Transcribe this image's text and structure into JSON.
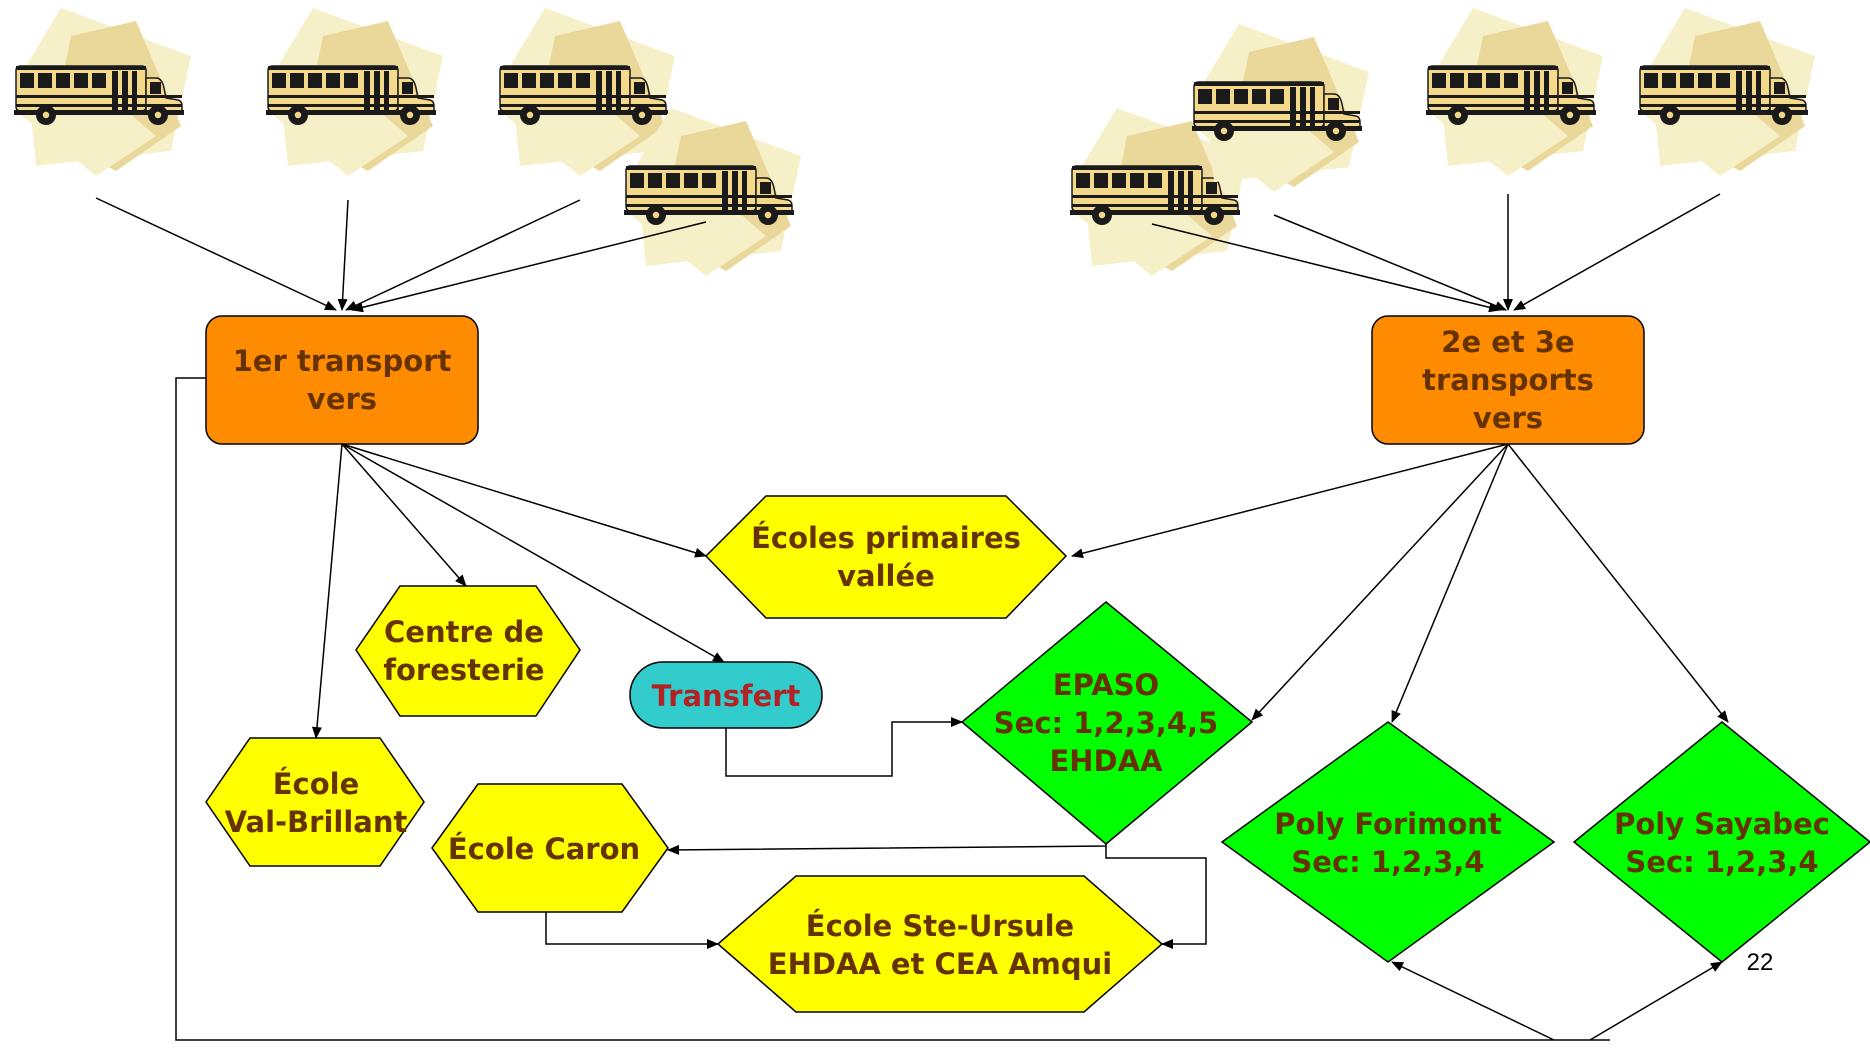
{
  "colors": {
    "orange": "#ff8c00",
    "yellow": "#ffff00",
    "green": "#00ff00",
    "teal": "#33cccc",
    "dark_text": "#663300",
    "node_text": "#660033",
    "transfer_text": "#b22222",
    "line": "#000000",
    "bus_body": "#f5d98b",
    "bus_dark": "#1a1a1a",
    "bus_backdrop": "#f6f0c8",
    "bus_backdrop_dark": "#e9d89a"
  },
  "buses_left_count": 4,
  "buses_right_count": 4,
  "nodes": {
    "transport1": {
      "lines": [
        "1er transport",
        "vers"
      ]
    },
    "transport23": {
      "lines": [
        "2e et 3e",
        "transports",
        "vers"
      ]
    },
    "ecoles_primaires": {
      "lines": [
        "Écoles primaires",
        "vallée"
      ]
    },
    "centre_foresterie": {
      "lines": [
        "Centre de",
        "foresterie"
      ]
    },
    "transfert": {
      "lines": [
        "Transfert"
      ]
    },
    "epaso": {
      "lines": [
        "EPASO",
        "Sec: 1,2,3,4,5",
        "EHDAA"
      ]
    },
    "val_brillant": {
      "lines": [
        "École",
        "Val-Brillant"
      ]
    },
    "ecole_caron": {
      "lines": [
        "École Caron"
      ]
    },
    "ste_ursule": {
      "lines": [
        "École Ste-Ursule",
        "EHDAA et CEA Amqui"
      ]
    },
    "poly_forimont": {
      "lines": [
        "Poly Forimont",
        "Sec: 1,2,3,4"
      ]
    },
    "poly_sayabec": {
      "lines": [
        "Poly Sayabec",
        "Sec: 1,2,3,4"
      ]
    }
  },
  "page_number": "22"
}
